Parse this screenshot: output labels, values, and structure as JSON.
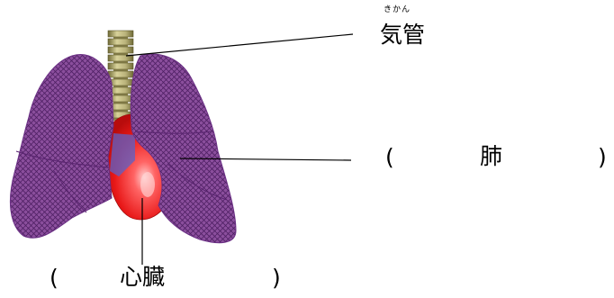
{
  "labels": {
    "trachea": {
      "ruby": "きかん",
      "text": "気管"
    },
    "lung": {
      "open_paren": "(",
      "text": "肺",
      "close_paren": ")"
    },
    "heart": {
      "open_paren": "(",
      "text": "心臓",
      "close_paren": ")"
    }
  },
  "colors": {
    "lung_fill": "#8a4e9c",
    "lung_outline": "#6a2f84",
    "heart_red": "#e81818",
    "heart_highlight": "#ffc0c0",
    "trachea_ring": "#b9b27a",
    "trachea_dark": "#6f6a36",
    "leader_line": "#000000"
  }
}
